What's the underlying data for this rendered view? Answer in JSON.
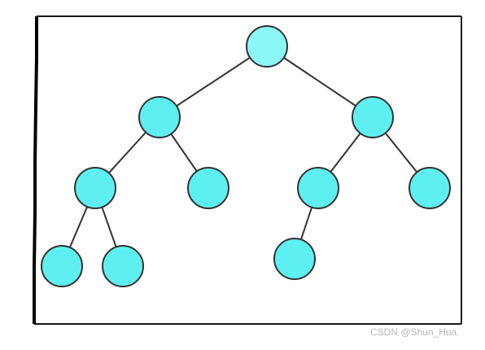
{
  "diagram": {
    "type": "binary-tree",
    "node_fill": "#5ef0f0",
    "root_fill": "#8cf7f7",
    "stroke": "#333333",
    "frame_stroke": "#1a1a1a",
    "nodes": [
      {
        "id": "n1"
      },
      {
        "id": "n2"
      },
      {
        "id": "n3"
      },
      {
        "id": "n4"
      },
      {
        "id": "n5"
      },
      {
        "id": "n6"
      },
      {
        "id": "n7"
      },
      {
        "id": "n8"
      },
      {
        "id": "n9"
      },
      {
        "id": "n10"
      }
    ],
    "edges": [
      {
        "from": "n1",
        "to": "n2"
      },
      {
        "from": "n1",
        "to": "n3"
      },
      {
        "from": "n2",
        "to": "n4"
      },
      {
        "from": "n2",
        "to": "n5"
      },
      {
        "from": "n3",
        "to": "n6"
      },
      {
        "from": "n3",
        "to": "n7"
      },
      {
        "from": "n4",
        "to": "n8"
      },
      {
        "from": "n4",
        "to": "n9"
      },
      {
        "from": "n6",
        "to": "n10"
      }
    ]
  },
  "watermark": "CSDN @Shun_Hua."
}
